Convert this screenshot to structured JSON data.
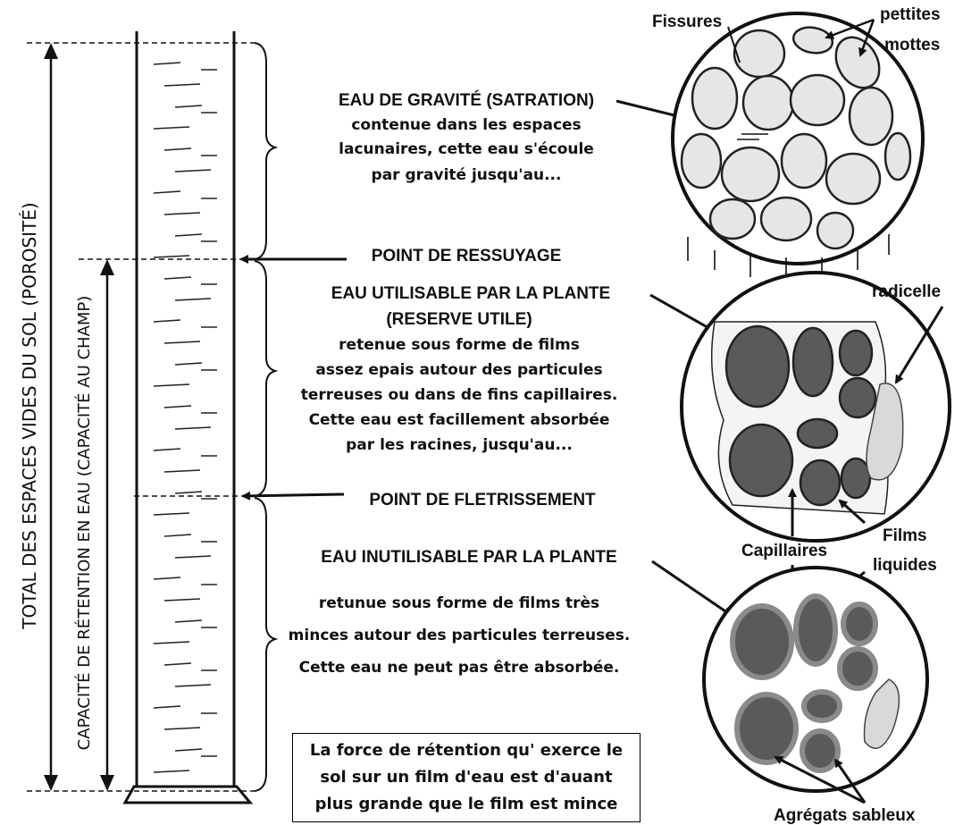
{
  "column": {
    "total_label": "TOTAL DES ESPACES VIDES DU SOL (POROSITÉ)",
    "capacity_label": "CAPACITÉ DE RÉTENTION EN EAU (CAPACITÉ AU CHAMP)"
  },
  "gravity": {
    "title": "EAU DE GRAVITÉ (SATRATION)",
    "lines": [
      "contenue dans les espaces",
      "lacunaires, cette eau s'écoule",
      "par gravité jusqu'au..."
    ]
  },
  "ressuyage": {
    "label": "POINT DE RESSUYAGE"
  },
  "usable": {
    "title_1": "EAU UTILISABLE PAR LA PLANTE",
    "title_2": "(RESERVE UTILE)",
    "lines": [
      "retenue sous forme de films",
      "assez epais autour des particules",
      "terreuses ou dans de fins capillaires.",
      "Cette eau est facillement absorbée",
      "par les racines, jusqu'au..."
    ]
  },
  "fletrissement": {
    "label": "POINT DE FLETRISSEMENT"
  },
  "unusable": {
    "title": "EAU INUTILISABLE PAR LA PLANTE",
    "lines": [
      "retunue sous forme de films très",
      "minces autour des particules terreuses.",
      "Cette eau ne peut pas être absorbée."
    ]
  },
  "note": {
    "lines": [
      "La force de rétention qu' exerce le",
      "sol sur un film d'eau est d'auant",
      "plus grande que le film est mince"
    ]
  },
  "circles": {
    "fissures": "Fissures",
    "petites_1": "pettites",
    "petites_2": "mottes",
    "radicelle": "radicelle",
    "capillaires": "Capillaires",
    "films_1": "Films",
    "films_2": "liquides",
    "agregats": "Agrégats sableux"
  },
  "colors": {
    "ink": "#111111",
    "particle_dark": "#5a5a5a",
    "particle_light": "#d9d9d9",
    "film_grey": "#8a8a8a"
  }
}
